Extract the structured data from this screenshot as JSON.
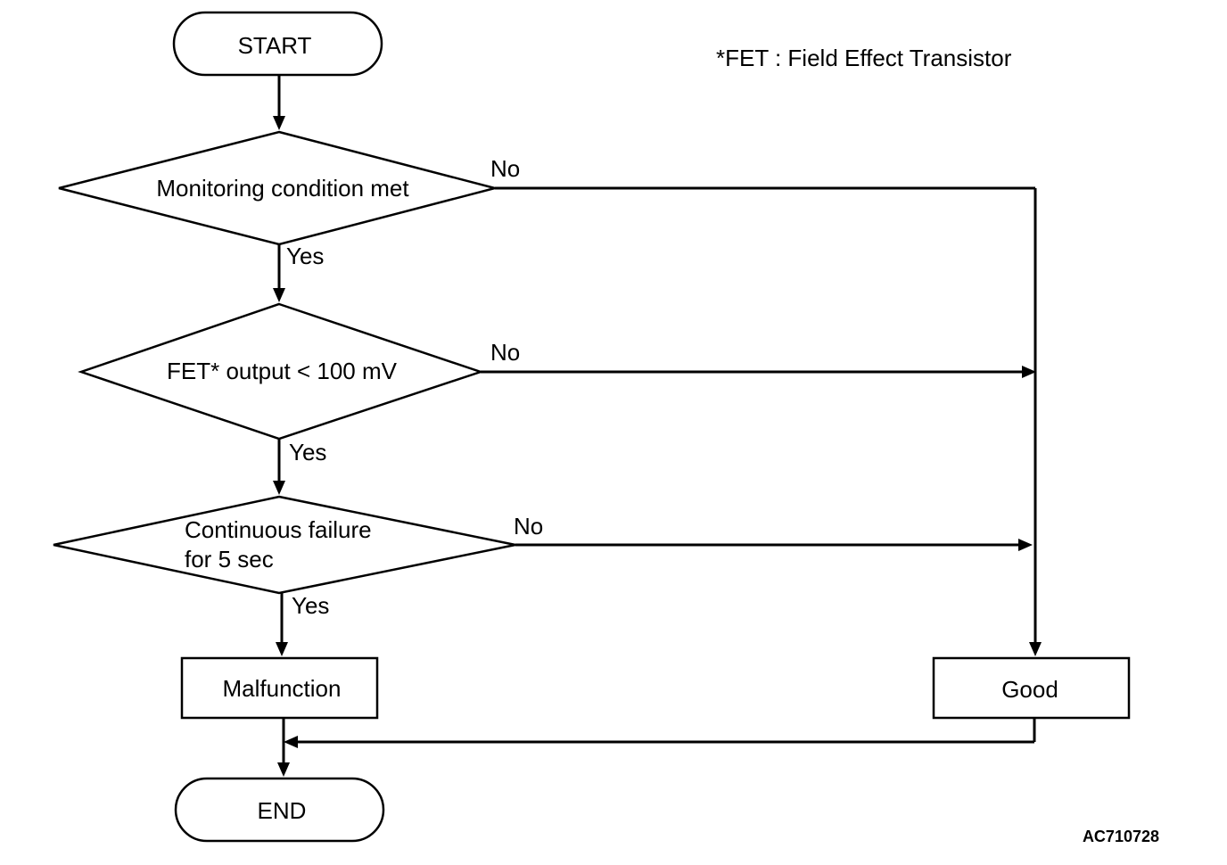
{
  "footnote": "*FET : Field Effect Transistor",
  "nodes": {
    "start": "START",
    "decision1": "Monitoring condition met",
    "decision2": "FET* output < 100 mV",
    "decision3_line1": "Continuous failure",
    "decision3_line2": "for 5 sec",
    "malfunction": "Malfunction",
    "good": "Good",
    "end": "END"
  },
  "edges": {
    "d1_no": "No",
    "d1_yes": "Yes",
    "d2_no": "No",
    "d2_yes": "Yes",
    "d3_no": "No",
    "d3_yes": "Yes"
  },
  "figure_code": "AC710728"
}
